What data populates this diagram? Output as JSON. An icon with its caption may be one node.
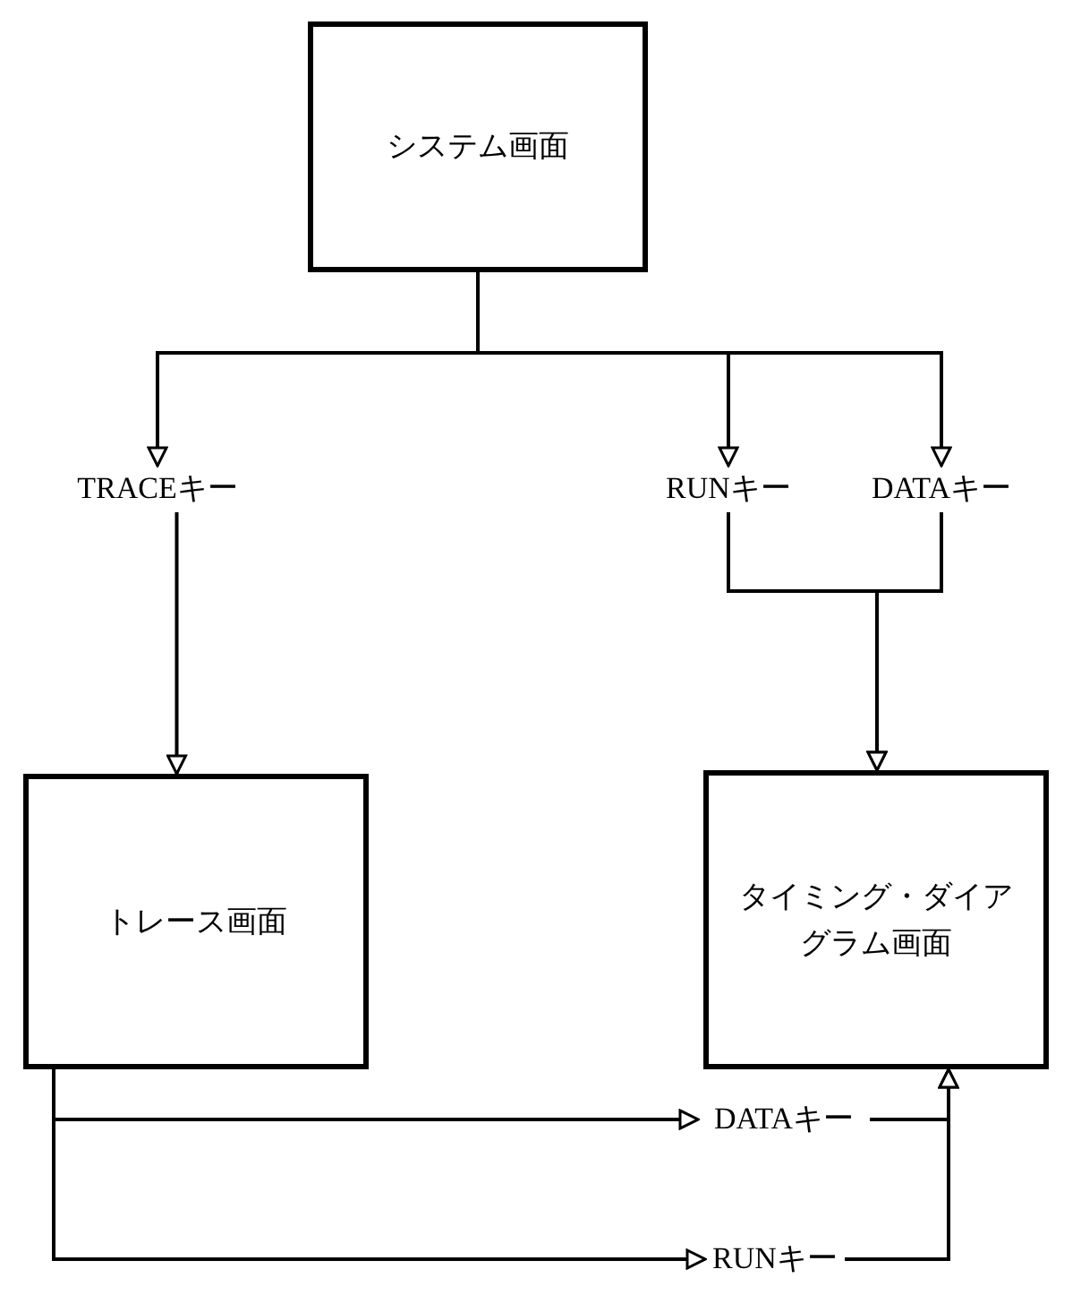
{
  "diagram": {
    "nodes": [
      {
        "text": [
          "システム画面"
        ]
      },
      {
        "text": [
          "TRACEキー"
        ]
      },
      {
        "text": [
          "RUNキー"
        ]
      },
      {
        "text": [
          "DATAキー"
        ]
      },
      {
        "text": [
          "トレース画面"
        ]
      },
      {
        "text": [
          "タイミング・ダイアグラム画面"
        ]
      },
      {
        "text": [
          "DATAキー"
        ]
      },
      {
        "text": [
          "RUNキー"
        ]
      }
    ],
    "edges": [
      {
        "from": 0,
        "to": 1,
        "arrow": "to"
      },
      {
        "from": 0,
        "to": 2,
        "arrow": "to"
      },
      {
        "from": 0,
        "to": 3,
        "arrow": "to"
      },
      {
        "from": 1,
        "to": 4,
        "arrow": "to"
      },
      {
        "from": 2,
        "to": 5,
        "arrow": "to"
      },
      {
        "from": 3,
        "to": 5,
        "arrow": "to"
      },
      {
        "from": 4,
        "to": 6,
        "arrow": "to"
      },
      {
        "from": 4,
        "to": 7,
        "arrow": "to"
      },
      {
        "from": 6,
        "to": 5,
        "arrow": "to"
      },
      {
        "from": 7,
        "to": 5,
        "arrow": "to"
      }
    ]
  }
}
